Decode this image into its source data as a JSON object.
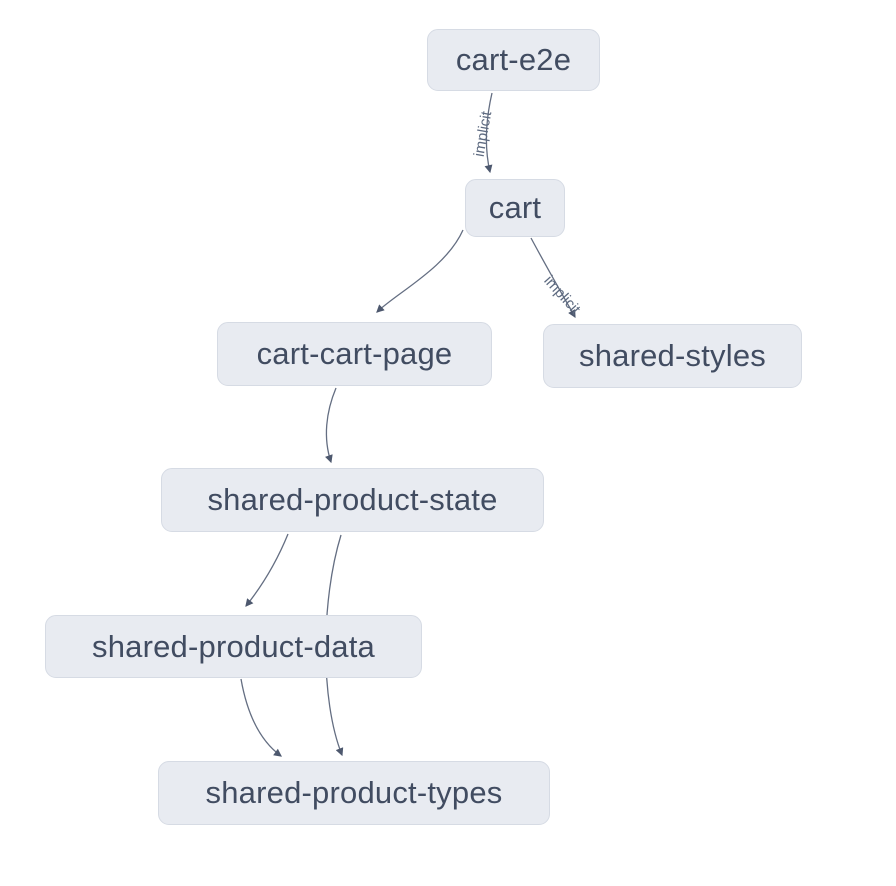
{
  "diagram": {
    "type": "dependency-graph",
    "nodes": [
      {
        "id": "cart-e2e",
        "label": "cart-e2e"
      },
      {
        "id": "cart",
        "label": "cart"
      },
      {
        "id": "cart-cart-page",
        "label": "cart-cart-page"
      },
      {
        "id": "shared-styles",
        "label": "shared-styles"
      },
      {
        "id": "shared-product-state",
        "label": "shared-product-state"
      },
      {
        "id": "shared-product-data",
        "label": "shared-product-data"
      },
      {
        "id": "shared-product-types",
        "label": "shared-product-types"
      }
    ],
    "edges": [
      {
        "source": "cart-e2e",
        "target": "cart",
        "label": "implicit"
      },
      {
        "source": "cart",
        "target": "cart-cart-page",
        "label": ""
      },
      {
        "source": "cart",
        "target": "shared-styles",
        "label": "implicit"
      },
      {
        "source": "cart-cart-page",
        "target": "shared-product-state",
        "label": ""
      },
      {
        "source": "shared-product-state",
        "target": "shared-product-data",
        "label": ""
      },
      {
        "source": "shared-product-state",
        "target": "shared-product-types",
        "label": ""
      },
      {
        "source": "shared-product-data",
        "target": "shared-product-types",
        "label": ""
      }
    ],
    "colors": {
      "background": "#ffffff",
      "node_fill": "#e8ebf1",
      "node_border": "#d6dbe4",
      "node_text": "#414c61",
      "edge": "#646e82",
      "arrow": "#4d586e",
      "edge_label": "#5d6a80"
    }
  }
}
